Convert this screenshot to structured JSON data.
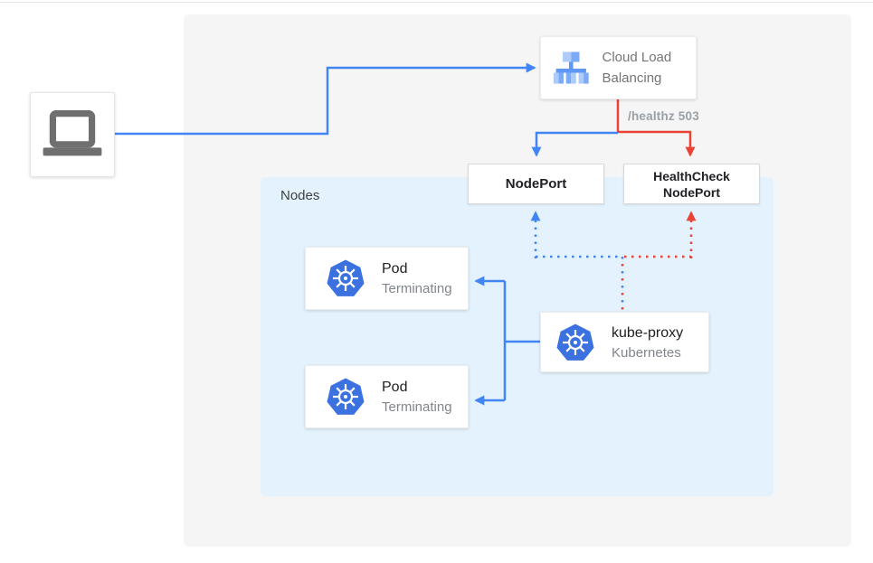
{
  "colors": {
    "traffic_blue": "#4285f4",
    "health_red": "#ea4335",
    "panel_gray": "#f5f5f5",
    "nodes_bg": "#e3f2fd",
    "text_dark": "#202124",
    "text_gray": "#757575",
    "muted_gray": "#9aa0a6",
    "k8s_blue": "#326ce5"
  },
  "client": {
    "icon": "laptop-icon"
  },
  "load_balancer": {
    "label": "Cloud Load Balancing",
    "icon": "load-balancer-icon"
  },
  "edge_label": "/healthz 503",
  "nodes_group": {
    "label": "Nodes"
  },
  "nodeport": {
    "label": "NodePort"
  },
  "healthcheck_nodeport": {
    "line1": "HealthCheck",
    "line2": "NodePort"
  },
  "pods": [
    {
      "title": "Pod",
      "status": "Terminating",
      "icon": "kubernetes-icon"
    },
    {
      "title": "Pod",
      "status": "Terminating",
      "icon": "kubernetes-icon"
    }
  ],
  "kube_proxy": {
    "title": "kube-proxy",
    "subtitle": "Kubernetes",
    "icon": "kubernetes-icon"
  }
}
